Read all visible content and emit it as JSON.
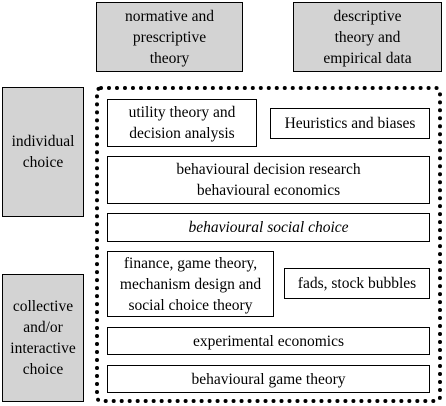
{
  "columns": {
    "normative": "normative and\nprescriptive\ntheory",
    "descriptive": "descriptive\ntheory and\nempirical data"
  },
  "rows": {
    "individual": "individual\nchoice",
    "collective": "collective\nand/or\ninteractive\nchoice"
  },
  "boxes": {
    "utility_theory": "utility theory and\ndecision analysis",
    "heuristics": "Heuristics and biases",
    "behavioural_decision": "behavioural decision research\nbehavioural economics",
    "behavioural_social_choice": "behavioural social choice",
    "finance_game_theory": "finance, game theory,\nmechanism design and\nsocial choice theory",
    "fads": "fads, stock bubbles",
    "experimental_economics": "experimental economics",
    "behavioural_game_theory": "behavioural game theory"
  }
}
